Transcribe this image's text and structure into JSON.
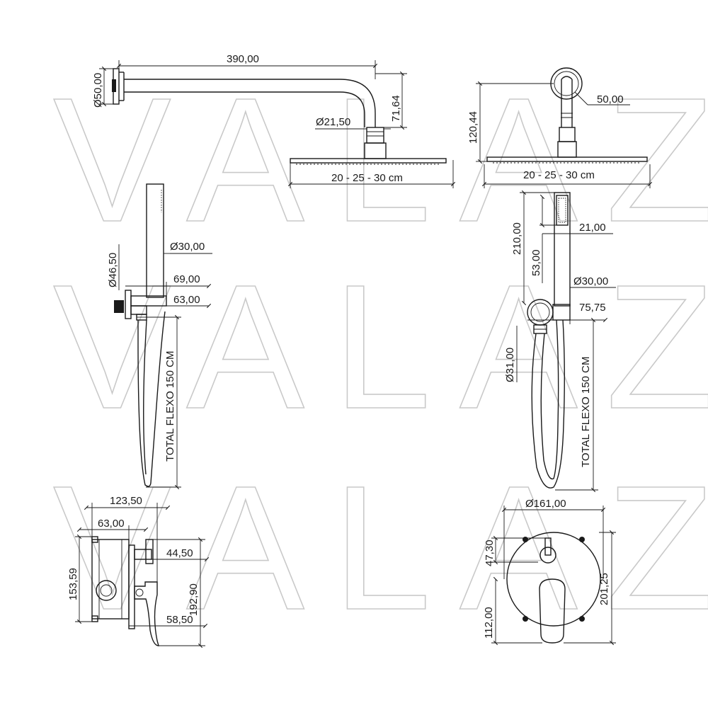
{
  "watermark": "VALAZ",
  "shower_head_side": {
    "arm_length": "390,00",
    "flange_diameter": "Ø50,00",
    "drop": "71,64",
    "connector_diameter": "Ø21,50",
    "head_size": "20 - 25 - 30 cm"
  },
  "shower_head_front": {
    "flange": "50,00",
    "height": "120,44",
    "head_size": "20 - 25 - 30 cm"
  },
  "hand_shower_side": {
    "handle_diameter": "Ø30,00",
    "bracket_diameter": "Ø46,50",
    "projection_1": "69,00",
    "projection_2": "63,00",
    "hose": "TOTAL FLEXO 150 CM"
  },
  "hand_shower_front": {
    "height": "210,00",
    "nozzle_width": "21,00",
    "nozzle_height": "53,00",
    "handle_diameter": "Ø30,00",
    "bracket_width": "75,75",
    "outlet_diameter": "Ø31,00",
    "hose": "TOTAL FLEXO 150 CM"
  },
  "valve_side": {
    "total_depth": "123,50",
    "body_depth": "63,00",
    "height": "153,59",
    "diverter_projection": "44,50",
    "overall_height": "192,90",
    "lever_projection": "58,50"
  },
  "valve_front": {
    "plate_diameter": "Ø161,00",
    "upper_offset": "47,30",
    "lower_offset": "112,00",
    "overall_height": "201,25"
  }
}
